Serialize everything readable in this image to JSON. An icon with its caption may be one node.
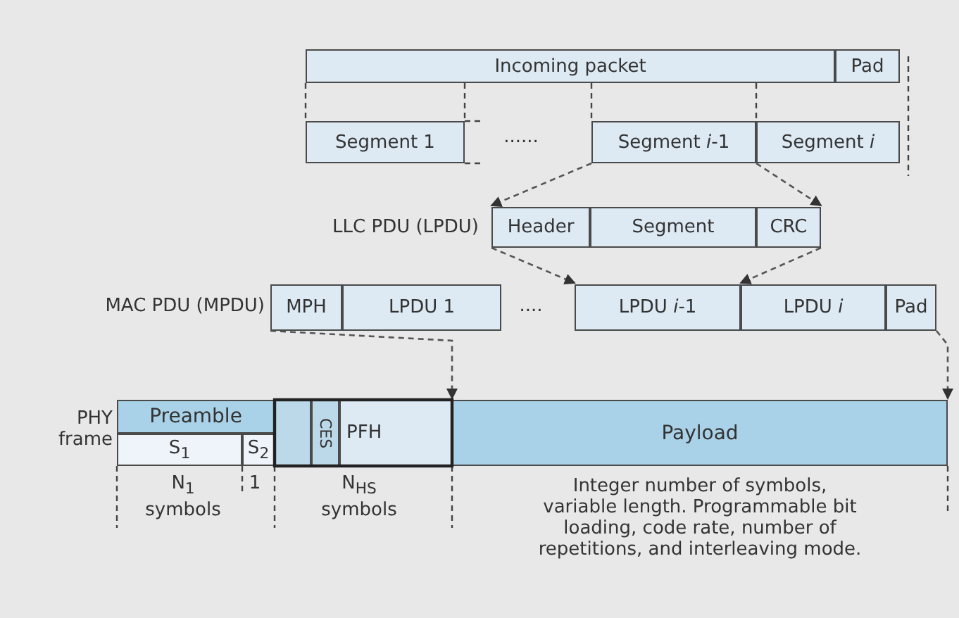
{
  "diagram": {
    "nodes": [
      {
        "text": [
          "Incoming packet"
        ]
      },
      {
        "text": [
          "Pad"
        ]
      },
      {
        "text": [
          "Segment 1"
        ]
      },
      {
        "text": [
          "Segment *i*-1"
        ]
      },
      {
        "text": [
          "Segment *i*"
        ]
      },
      {
        "text": [
          "Header"
        ]
      },
      {
        "text": [
          "Segment"
        ]
      },
      {
        "text": [
          "CRC"
        ]
      },
      {
        "text": [
          "MPH"
        ]
      },
      {
        "text": [
          "LPDU 1"
        ]
      },
      {
        "text": [
          "LPDU *i*-1"
        ]
      },
      {
        "text": [
          "LPDU *i*"
        ]
      },
      {
        "text": [
          "Pad"
        ]
      },
      {
        "text": [
          "Preamble"
        ]
      },
      {
        "text": [
          "S$_{1}$"
        ]
      },
      {
        "text": [
          "S$_{2}$"
        ]
      },
      {
        "text": [],
        "shape": "box"
      },
      {
        "text": [
          "CES"
        ]
      },
      {
        "text": [
          "PFH"
        ]
      },
      {
        "text": [
          "Payload"
        ]
      }
    ],
    "edges": [
      {
        "from": 3,
        "to": 5,
        "arrow": "to",
        "style": "dashed"
      },
      {
        "from": 3,
        "to": 7,
        "arrow": "to",
        "style": "dashed"
      },
      {
        "from": 5,
        "to": 10,
        "arrow": "to",
        "style": "dashed"
      },
      {
        "from": 7,
        "to": 10,
        "arrow": "to",
        "style": "dashed"
      },
      {
        "from": 8,
        "to": 19,
        "arrow": "to",
        "style": "dashed"
      },
      {
        "from": 12,
        "to": 19,
        "arrow": "to",
        "style": "dashed"
      }
    ],
    "labels": [
      "......",
      "LLC PDU (LPDU)",
      "MAC PDU (MPDU)",
      "....",
      "PHY frame",
      "N$_{1}$ symbols",
      "1",
      "N$_{HS}$ symbols",
      "Integer number of symbols, variable length. Programmable bit loading, code rate, number of repetitions, and interleaving mode."
    ]
  }
}
